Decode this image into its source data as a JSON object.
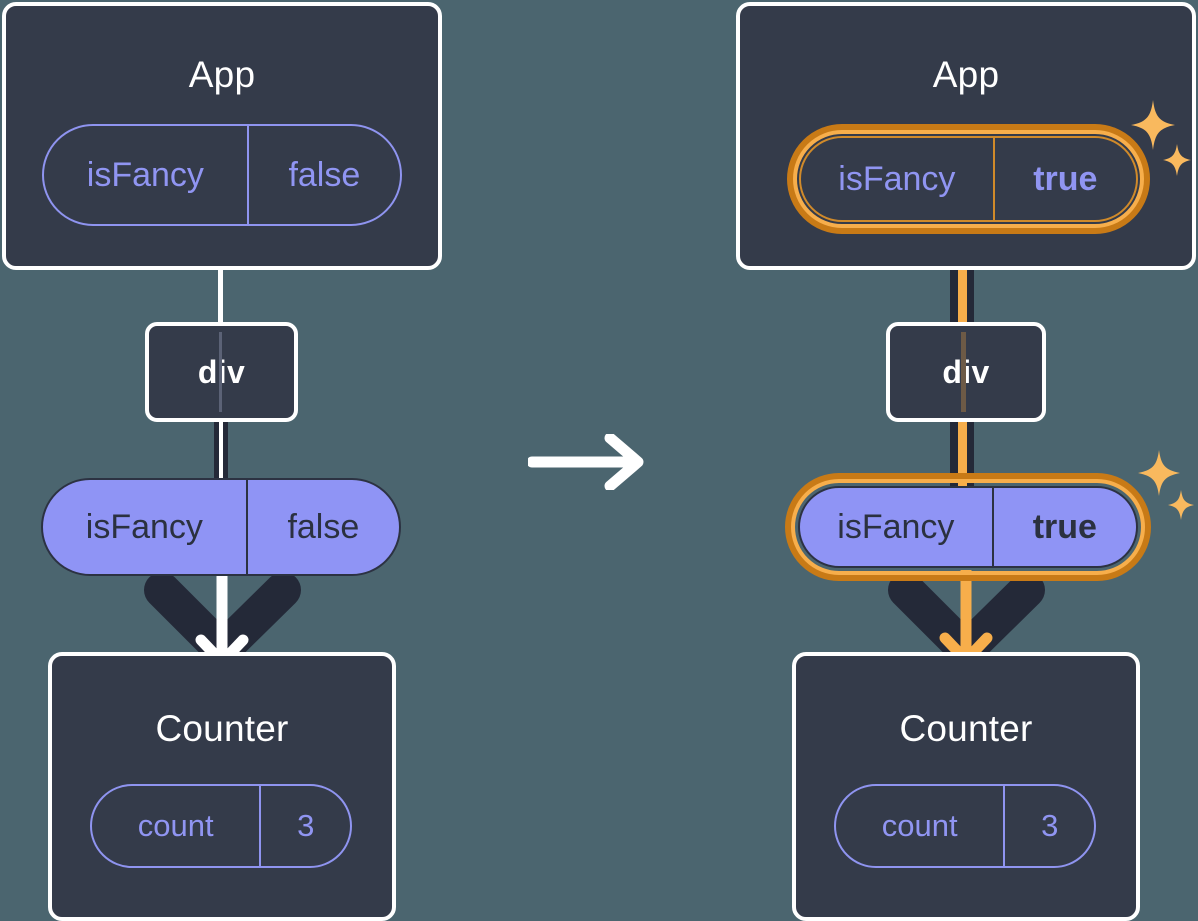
{
  "diagram": {
    "title": "React state propagation: isFancy false to true",
    "type": "component-tree-comparison",
    "background_color": "#4b656f",
    "box_fill": "#343b4a",
    "box_border": "#ffffff",
    "pill_purple": "#8f94f5",
    "pill_outline_color": "#8f94f0",
    "highlight_outer": "#c87a16",
    "highlight_inner": "#f7ae4b",
    "sparkle_color": "#f9b košt"
  },
  "left": {
    "app": {
      "title": "App",
      "state": {
        "key": "isFancy",
        "value": "false",
        "style": "outline",
        "highlighted": false
      }
    },
    "div": {
      "label": "div"
    },
    "prop": {
      "key": "isFancy",
      "value": "false",
      "style": "filled",
      "highlighted": false
    },
    "counter": {
      "title": "Counter",
      "state": {
        "key": "count",
        "value": "3",
        "style": "outline",
        "highlighted": false
      }
    }
  },
  "transition": {
    "icon": "arrow-right-icon"
  },
  "right": {
    "app": {
      "title": "App",
      "state": {
        "key": "isFancy",
        "value": "true",
        "style": "outline",
        "highlighted": true
      }
    },
    "div": {
      "label": "div"
    },
    "prop": {
      "key": "isFancy",
      "value": "true",
      "style": "filled",
      "highlighted": true
    },
    "counter": {
      "title": "Counter",
      "state": {
        "key": "count",
        "value": "3",
        "style": "outline",
        "highlighted": false
      }
    },
    "sparkle_top": {
      "icon": "sparkles-icon"
    },
    "sparkle_bottom": {
      "icon": "sparkles-icon"
    }
  }
}
